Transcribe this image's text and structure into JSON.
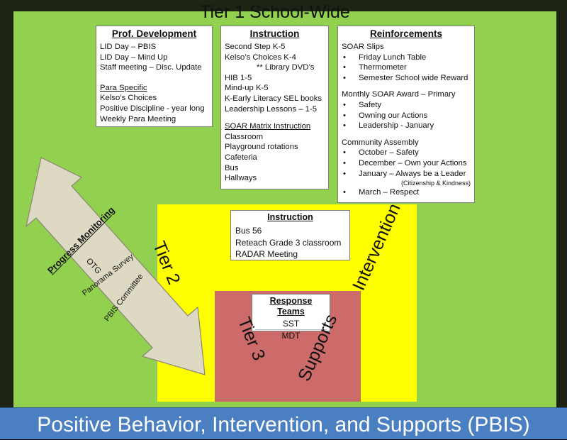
{
  "title": "Tier 1  School-Wide",
  "footer": "Positive Behavior, Intervention, and Supports (PBIS)",
  "prof_development": {
    "heading": "Prof. Development",
    "items": [
      "LID Day – PBIS",
      "LID Day – Mind Up",
      "Staff meeting – Disc. Update"
    ],
    "para_heading": "Para Specific",
    "para_items": [
      "Kelso’s Choices",
      "Positive Discipline  - year long",
      "Weekly Para Meeting"
    ]
  },
  "instruction": {
    "heading": "Instruction",
    "items": [
      "Second Step K-5",
      "Kelso’s Choices K-4",
      "** Library DVD’s",
      "HIB 1-5",
      "Mind-up K-5",
      "K-Early Literacy SEL books",
      "Leadership Lessons – 1-5"
    ],
    "matrix_heading": "SOAR Matrix Instruction",
    "matrix_items": [
      "Classroom",
      "Playground rotations",
      "Cafeteria",
      "Bus",
      "Hallways"
    ]
  },
  "reinforcements": {
    "heading": "Reinforcements",
    "slips_heading": "SOAR Slips",
    "slips_items": [
      "Friday Lunch Table",
      "Thermometer",
      "Semester School wide Reward"
    ],
    "award_heading": "Monthly SOAR Award – Primary",
    "award_items": [
      "Safety",
      "Owning our Actions",
      "Leadership - January"
    ],
    "assembly_heading": "Community Assembly",
    "assembly_items": [
      "October – Safety",
      "December – Own your Actions",
      "January – Always be a Leader",
      "March – Respect"
    ],
    "assembly_note": "(Citizenship & Kindness)"
  },
  "tier2": {
    "label": "Tier 2",
    "side_label": "Intervention",
    "box_heading": "Instruction",
    "box_items": [
      "Bus 56",
      "Reteach Grade 3 classroom",
      "RADAR Meeting"
    ]
  },
  "tier3": {
    "label": "Tier 3",
    "side_label": "Supports",
    "box_heading": "Response Teams",
    "box_items": [
      "SST",
      "MDT"
    ]
  },
  "progress_monitoring": {
    "heading": "Progress Monitoring",
    "items": [
      "OTG",
      "Panorama Survey",
      "PBIS Committee"
    ]
  },
  "colors": {
    "tier1": "#92d050",
    "tier2": "#ffff00",
    "tier3": "#cc6b69",
    "footer": "#4a7fc1",
    "arrow": "#ddd9c3"
  }
}
